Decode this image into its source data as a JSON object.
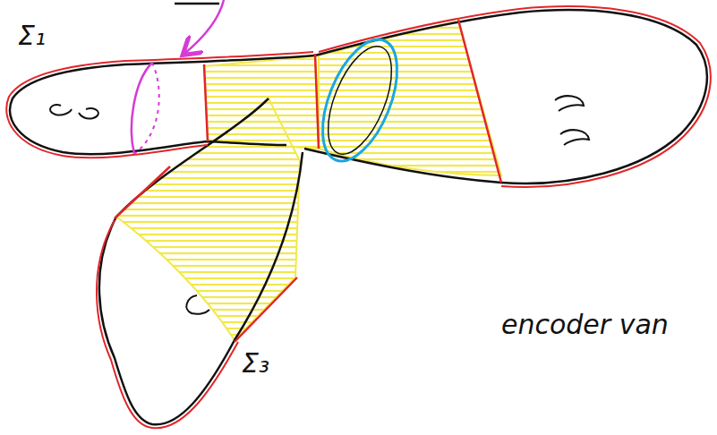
{
  "diagram": {
    "labels": [
      "Σ₁",
      "Σ₃",
      "encoder van"
    ]
  }
}
